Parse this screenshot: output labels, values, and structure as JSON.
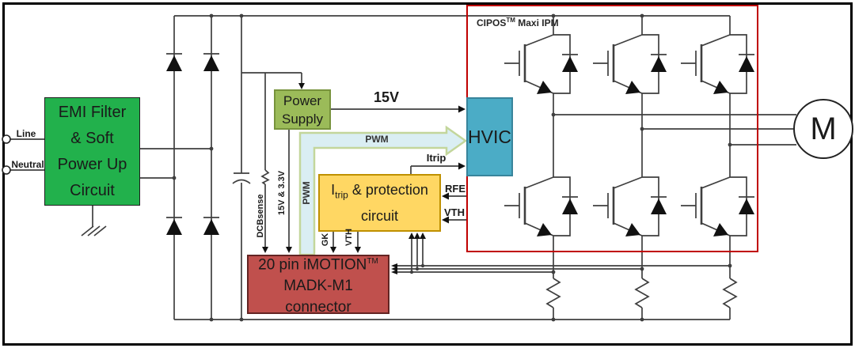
{
  "terminals": {
    "line": "Line",
    "neutral": "Neutral"
  },
  "boxes": {
    "emi": {
      "lines": [
        "EMI Filter",
        "& Soft",
        "Power Up",
        "Circuit"
      ]
    },
    "power_supply": {
      "lines": [
        "Power",
        "Supply"
      ]
    },
    "hvic": {
      "label": "HVIC"
    },
    "protection": {
      "prefix": "I",
      "sub": "trip",
      "suffix": " & protection",
      "line2": "circuit"
    },
    "connector": {
      "line1": "20 pin iMOTION",
      "sup": "TM",
      "line2": "MADK-M1 connector"
    }
  },
  "ipm": {
    "prefix": "CIPOS",
    "sup": "TM",
    "suffix": " Maxi IPM"
  },
  "motor": {
    "label": "M"
  },
  "signals": {
    "supply_15v": "15V",
    "pwm_horizontal": "PWM",
    "pwm_vertical": "PWM",
    "itrip": "Itrip",
    "rfe": "RFE",
    "vth_top": "VTH",
    "dcbsense": "DCBsense",
    "rail_15v_3v3": "15V & 3.3V",
    "gk": "GK",
    "vth_bottom": "VTH"
  },
  "colors": {
    "wire": "#3f3f3f",
    "symbol": "#111111",
    "emi_green": "#22b14c",
    "power_supply_green": "#9bbb59",
    "power_supply_border": "#77933c",
    "hvic_teal": "#4bacc6",
    "hvic_border": "#38849b",
    "protection_yellow": "#ffd763",
    "protection_border": "#bf9000",
    "connector_red": "#c0504d",
    "connector_border": "#632423",
    "ipm_outline_red": "#c00000",
    "pwm_fill": "#daeef3",
    "pwm_stroke": "#c3d69b"
  }
}
